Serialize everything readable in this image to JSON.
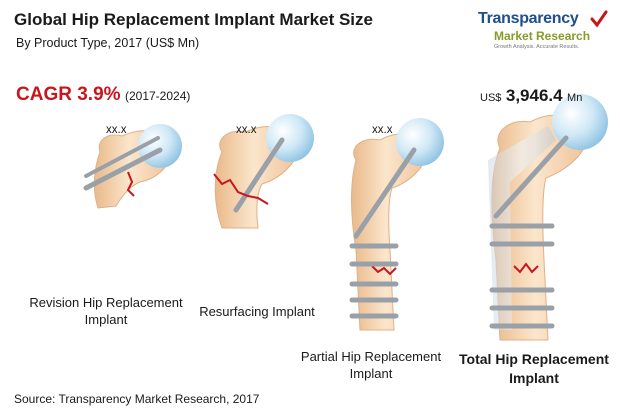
{
  "header": {
    "title": "Global Hip Replacement Implant Market Size",
    "subtitle": "By Product Type, 2017 (US$ Mn)"
  },
  "logo": {
    "brand": "Transparency",
    "brand2": "Market Research",
    "tagline": "Growth Analysis. Accurate Results.",
    "colors": {
      "primary": "#1f4e8c",
      "secondary": "#8a9a2a",
      "check": "#c8161d"
    }
  },
  "cagr": {
    "value": "CAGR 3.9%",
    "period": "(2017-2024)",
    "color": "#c8161d"
  },
  "total": {
    "unit": "US$",
    "value": "3,946.4",
    "suffix": "Mn"
  },
  "chart_data": {
    "type": "bar",
    "title": "Global Hip Replacement Implant Market Size",
    "subtitle": "By Product Type, 2017 (US$ Mn)",
    "categories": [
      "Revision Hip Replacement Implant",
      "Resurfacing Implant",
      "Partial Hip Replacement Implant",
      "Total Hip Replacement Implant"
    ],
    "values": [
      "xx.x",
      "xx.x",
      "xx.x",
      3946.4
    ],
    "value_labels": [
      "xx.x",
      "xx.x",
      "xx.x",
      "US$ 3,946.4 Mn"
    ],
    "relative_heights": [
      0.55,
      0.6,
      0.72,
      1.0
    ],
    "cagr": "3.9% (2017-2024)",
    "grid": false,
    "legend": "none"
  },
  "labels": {
    "revision": [
      "Revision Hip Replacement",
      "Implant"
    ],
    "resurfacing": "Resurfacing Implant",
    "partial": [
      "Partial Hip Replacement",
      "Implant"
    ],
    "total": [
      "Total Hip Replacement",
      "Implant"
    ],
    "placeholder": "xx.x"
  },
  "source": "Source: Transparency Market Research, 2017",
  "colors": {
    "bone": "#f3d2ad",
    "ball": "#bfe0f2",
    "screw": "#9aa0a8",
    "fracture": "#c8161d"
  }
}
